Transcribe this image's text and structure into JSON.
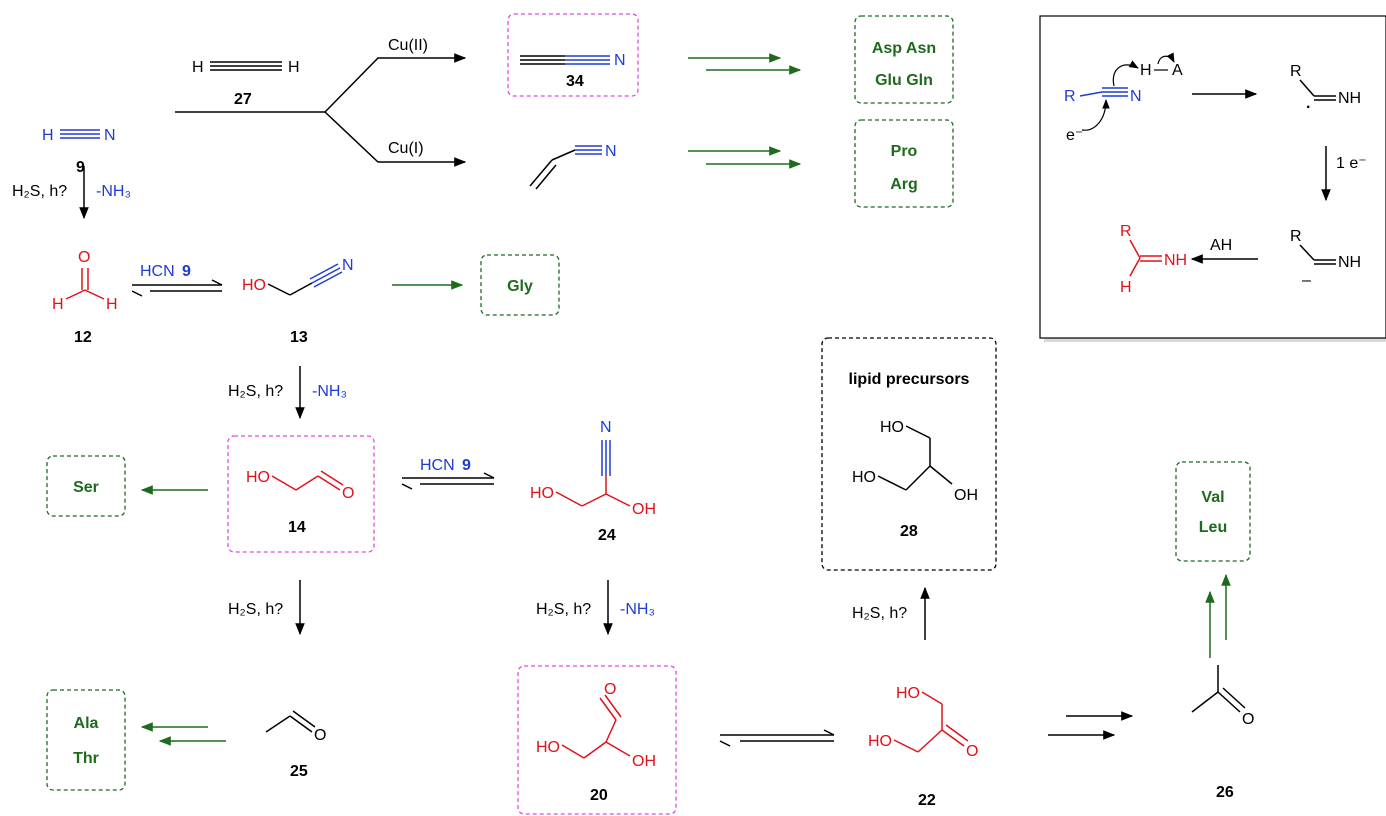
{
  "colors": {
    "black": "#000000",
    "blue": "#1f3bd6",
    "red": "#e0121a",
    "green": "#1e6b1e",
    "magenta": "#e14be0"
  },
  "compounds": {
    "hcn": {
      "number": "9",
      "h": "H",
      "n": "N"
    },
    "acetylene": {
      "number": "27",
      "h": "H"
    },
    "cyanoacetylene": {
      "number": "34",
      "n": "N"
    },
    "acrylonitrile": {
      "n": "N"
    },
    "formaldehyde": {
      "number": "12",
      "o": "O",
      "h": "H"
    },
    "glycolonitrile": {
      "number": "13",
      "ho": "HO",
      "n": "N"
    },
    "glycolaldehyde": {
      "number": "14",
      "ho": "HO",
      "o": "O"
    },
    "glyceronitrile": {
      "number": "24",
      "ho": "HO",
      "oh": "OH",
      "n": "N"
    },
    "acetaldehyde": {
      "number": "25",
      "o": "O"
    },
    "glyceraldehyde": {
      "number": "20",
      "ho": "HO",
      "oh": "OH",
      "o": "O"
    },
    "dha": {
      "number": "22",
      "ho": "HO",
      "o": "O"
    },
    "glycerol": {
      "number": "28",
      "ho": "HO",
      "oh": "OH",
      "title": "lipid precursors"
    },
    "acetone": {
      "number": "26",
      "o": "O"
    }
  },
  "conditions": {
    "cu2": "Cu(II)",
    "cu1": "Cu(I)",
    "h2s_hv": "H₂S, h?",
    "minus_nh3": "-NH₃",
    "hcn": "HCN",
    "hcn_num": "9"
  },
  "amino_acids": {
    "asp_asn": "Asp Asn",
    "glu_gln": "Glu Gln",
    "pro": "Pro",
    "arg": "Arg",
    "gly": "Gly",
    "ser": "Ser",
    "ala": "Ala",
    "thr": "Thr",
    "val": "Val",
    "leu": "Leu"
  },
  "mechanism": {
    "r": "R",
    "h": "H",
    "a": "A",
    "n": "N",
    "nh": "NH",
    "e_minus": "e⁻",
    "one_e": "1 e⁻",
    "ah": "AH",
    "minus": "–",
    "dot": "·"
  }
}
